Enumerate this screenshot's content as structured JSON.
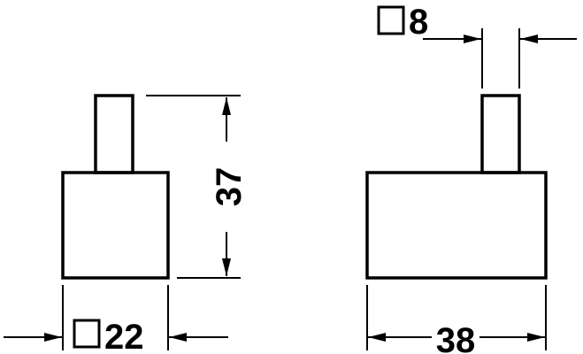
{
  "left_view": {
    "height_dimension": "37",
    "width_dimension": "22",
    "width_symbol": "square"
  },
  "right_view": {
    "pin_dimension": "8",
    "pin_symbol": "square",
    "width_dimension": "38"
  },
  "colors": {
    "line": "#000000",
    "background": "#ffffff"
  }
}
